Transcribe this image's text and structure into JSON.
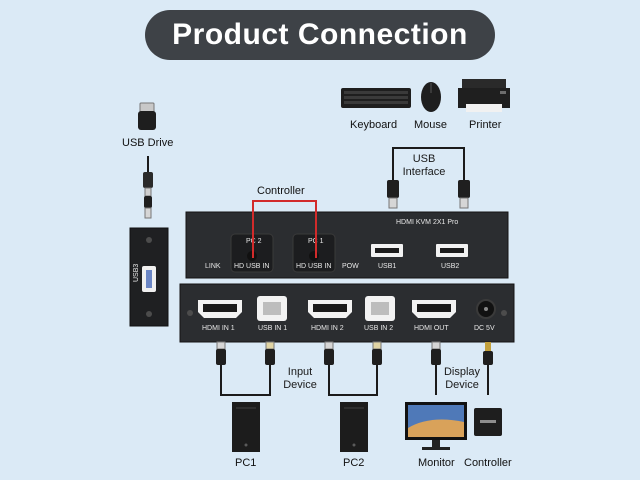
{
  "title": "Product Connection",
  "peripherals": {
    "keyboard": "Keyboard",
    "mouse": "Mouse",
    "printer": "Printer",
    "usb_drive": "USB Drive",
    "usb_interface": "USB\nInterface"
  },
  "controller_label": "Controller",
  "device": {
    "model": "HDMI KVM 2X1 Pro",
    "front": {
      "pc2": "PC 2",
      "pc1": "PC 1",
      "hd_usb_in_a": "HD USB IN",
      "hd_usb_in_b": "HD USB IN",
      "link": "LINK",
      "pow": "POW",
      "usb1": "USB1",
      "usb2": "USB2"
    },
    "rear": {
      "hdmi_in1": "HDMI IN 1",
      "usb_in1": "USB IN 1",
      "hdmi_in2": "HDMI IN 2",
      "usb_in2": "USB IN 2",
      "hdmi_out": "HDMI OUT",
      "dc": "DC 5V"
    },
    "side_usb": "USB3"
  },
  "bottom": {
    "input_device": "Input\nDevice",
    "display_device": "Display\nDevice",
    "pc1": "PC1",
    "pc2": "PC2",
    "monitor": "Monitor",
    "controller": "Controller"
  },
  "colors": {
    "background": "#dbeaf6",
    "banner": "#3e4247",
    "device_body": "#2b2d30",
    "controller_wire": "#d22b2b",
    "cable": "#1b1b1b"
  }
}
